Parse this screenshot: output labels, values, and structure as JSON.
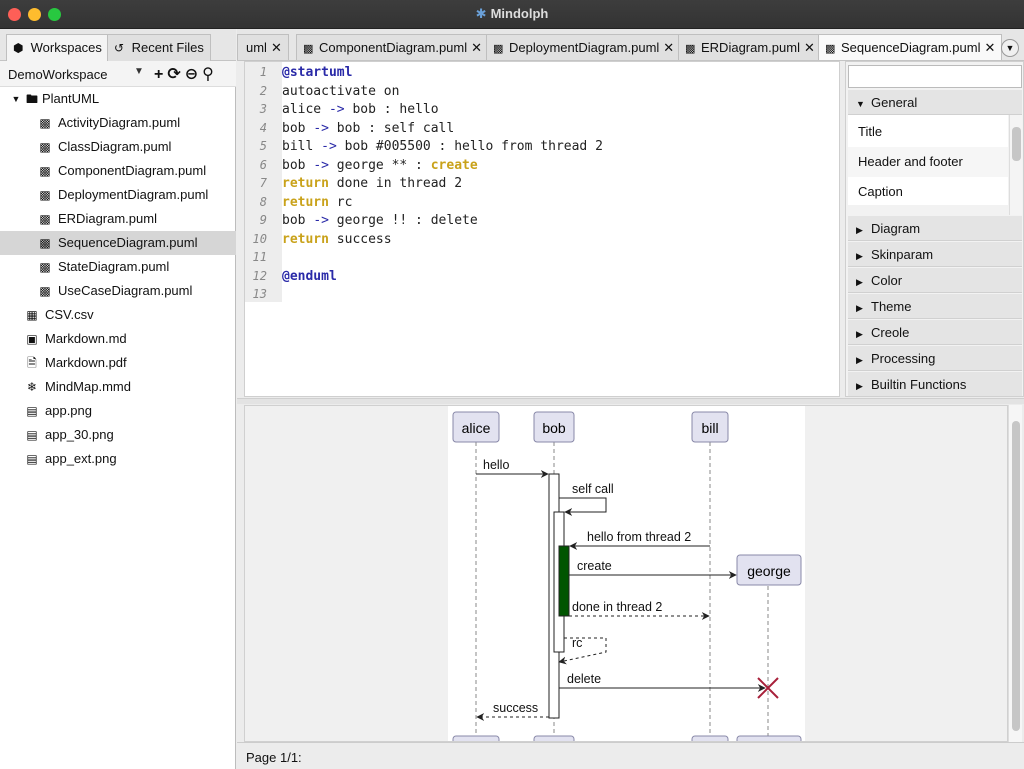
{
  "window": {
    "title": "Mindolph"
  },
  "left_tabs": [
    {
      "label": "Workspaces",
      "icon": "cube-icon"
    },
    {
      "label": "Recent Files",
      "icon": "history-icon"
    }
  ],
  "workspace": {
    "name": "DemoWorkspace"
  },
  "tree": [
    {
      "label": "PlantUML",
      "type": "folder"
    },
    {
      "label": "ActivityDiagram.puml",
      "type": "puml"
    },
    {
      "label": "ClassDiagram.puml",
      "type": "puml"
    },
    {
      "label": "ComponentDiagram.puml",
      "type": "puml"
    },
    {
      "label": "DeploymentDiagram.puml",
      "type": "puml"
    },
    {
      "label": "ERDiagram.puml",
      "type": "puml"
    },
    {
      "label": "SequenceDiagram.puml",
      "type": "puml"
    },
    {
      "label": "StateDiagram.puml",
      "type": "puml"
    },
    {
      "label": "UseCaseDiagram.puml",
      "type": "puml"
    },
    {
      "label": "CSV.csv",
      "type": "csv"
    },
    {
      "label": "Markdown.md",
      "type": "md"
    },
    {
      "label": "Markdown.pdf",
      "type": "pdf"
    },
    {
      "label": "MindMap.mmd",
      "type": "mmd"
    },
    {
      "label": "app.png",
      "type": "png"
    },
    {
      "label": "app_30.png",
      "type": "png"
    },
    {
      "label": "app_ext.png",
      "type": "png"
    }
  ],
  "editor_tabs": [
    {
      "label": "uml"
    },
    {
      "label": "ComponentDiagram.puml"
    },
    {
      "label": "DeploymentDiagram.puml"
    },
    {
      "label": "ERDiagram.puml"
    },
    {
      "label": "SequenceDiagram.puml"
    }
  ],
  "code": {
    "line_numbers": [
      "1",
      "2",
      "3",
      "4",
      "5",
      "6",
      "7",
      "8",
      "9",
      "10",
      "11",
      "12",
      "13"
    ],
    "l1": "@startuml",
    "l2": "autoactivate on",
    "l3a": "alice ",
    "l3b": "->",
    "l3c": " bob : hello",
    "l4a": "bob ",
    "l4b": "->",
    "l4c": " bob : self call",
    "l5a": "bill ",
    "l5b": "->",
    "l5c": " bob #005500 : hello from thread 2",
    "l6a": "bob ",
    "l6b": "->",
    "l6c": " george ** : ",
    "l6d": "create",
    "l7a": "return",
    "l7b": " done in thread 2",
    "l8a": "return",
    "l8b": " rc",
    "l9a": "bob ",
    "l9b": "->",
    "l9c": " george !! : delete",
    "l10a": "return",
    "l10b": " success",
    "l12": "@enduml"
  },
  "props": {
    "general": "General",
    "items": [
      "Title",
      "Header and footer",
      "Caption"
    ],
    "sections": [
      "Diagram",
      "Skinparam",
      "Color",
      "Theme",
      "Creole",
      "Processing",
      "Builtin Functions"
    ]
  },
  "diagram": {
    "participants": [
      "alice",
      "bob",
      "bill",
      "george"
    ],
    "messages": [
      "hello",
      "self call",
      "hello from thread 2",
      "create",
      "done in thread 2",
      "rc",
      "delete",
      "success"
    ],
    "activation_color": "#005500"
  },
  "status": {
    "page": "Page 1/1:"
  }
}
